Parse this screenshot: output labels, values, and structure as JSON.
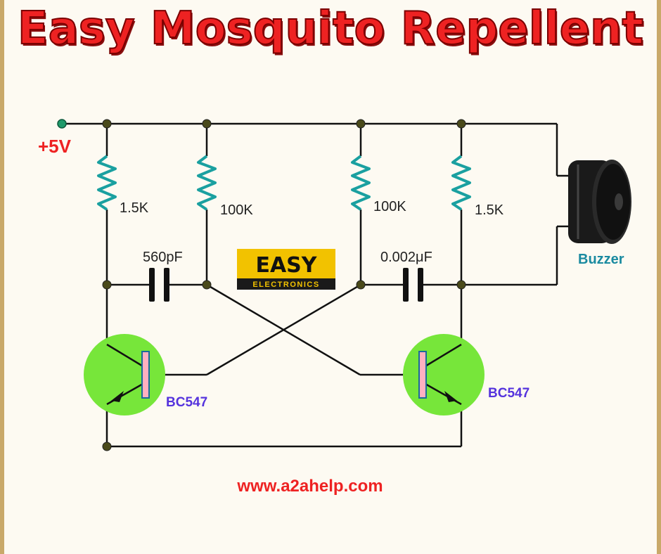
{
  "title": "Easy Mosquito Repellent",
  "supply_label": "+5V",
  "resistors": [
    "1.5K",
    "100K",
    "100K",
    "1.5K"
  ],
  "capacitors": [
    "560pF",
    "0.002μF"
  ],
  "transistors": [
    "BC547",
    "BC547"
  ],
  "buzzer_label": "Buzzer",
  "logo": {
    "top": "EASY",
    "bottom": "ELECTRONICS"
  },
  "website": "www.a2ahelp.com",
  "colors": {
    "title": "#ee2222",
    "wire": "#111111",
    "resistor": "#1aa0a0",
    "transistor_body": "#77e63a",
    "node": "#4a4a1a",
    "transistor_label": "#5533dd",
    "buzzer_label": "#1a8aa0",
    "logo_bg": "#f2c200"
  }
}
